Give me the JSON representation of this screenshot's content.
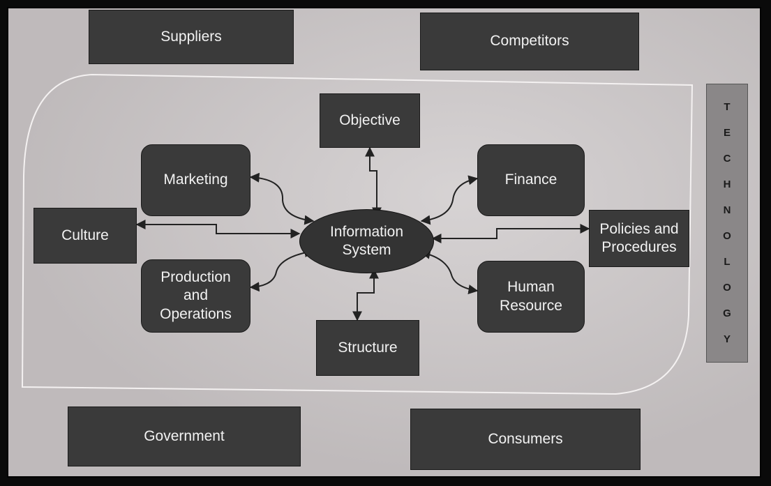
{
  "environment": {
    "suppliers": "Suppliers",
    "competitors": "Competitors",
    "government": "Government",
    "consumers": "Consumers"
  },
  "center": {
    "line1": "Information",
    "line2": "System"
  },
  "nodes": {
    "objective": "Objective",
    "marketing": "Marketing",
    "finance": "Finance",
    "culture": "Culture",
    "policies_line1": "Policies and",
    "policies_line2": "Procedures",
    "production_line1": "Production",
    "production_line2": "and",
    "production_line3": "Operations",
    "human_line1": "Human",
    "human_line2": "Resource",
    "structure": "Structure"
  },
  "technology_letters": [
    "T",
    "E",
    "C",
    "H",
    "N",
    "O",
    "L",
    "O",
    "G",
    "Y"
  ]
}
